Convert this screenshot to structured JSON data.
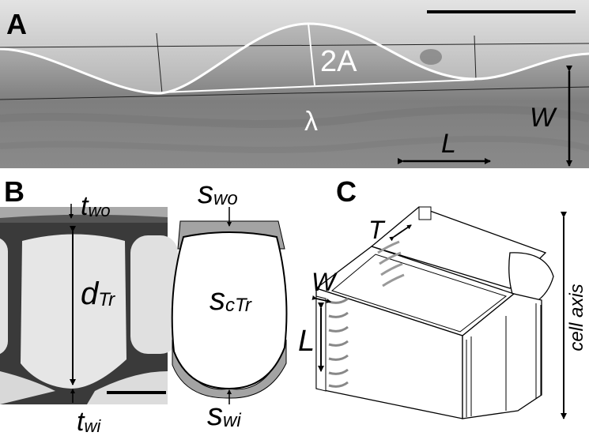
{
  "panels": {
    "a": {
      "label": "A",
      "amplitude_label": "2A",
      "wavelength_label": "λ",
      "width_label": "W",
      "length_label": "L"
    },
    "b": {
      "label": "B",
      "t_wo_main": "t",
      "t_wo_sub": "wo",
      "d_tr_main": "d",
      "d_tr_sub": "Tr",
      "t_wi_main": "t",
      "t_wi_sub": "wi",
      "s_wo_main": "s",
      "s_wo_sub": "wo",
      "s_ctr_main": "s",
      "s_ctr_sub": "cTr",
      "s_wi_main": "s",
      "s_wi_sub": "wi"
    },
    "c": {
      "label": "C",
      "t_label": "T",
      "w_label": "W",
      "l_label": "L",
      "axis_label": "cell axis"
    }
  },
  "colors": {
    "micrograph": "#8f8f8f",
    "wall_gray": "#9a9a9a",
    "black": "#000000",
    "white": "#ffffff"
  }
}
